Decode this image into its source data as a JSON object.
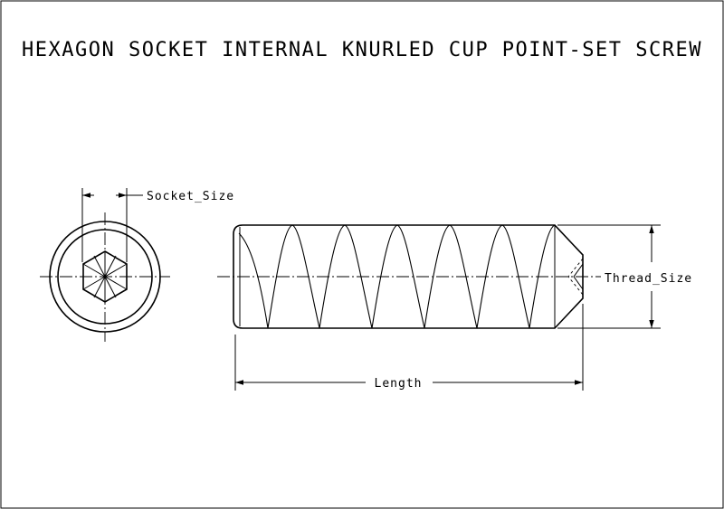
{
  "drawing": {
    "title": "HEXAGON SOCKET INTERNAL KNURLED CUP POINT-SET SCREW",
    "labels": {
      "socket_size": "Socket_Size",
      "thread_size": "Thread_Size",
      "length": "Length"
    }
  }
}
